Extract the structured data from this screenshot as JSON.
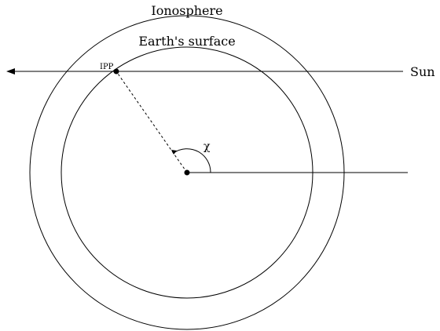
{
  "labels": {
    "ionosphere": "Ionosphere",
    "earth_surface": "Earth's surface",
    "sun": "Sun",
    "ipp": "IPP",
    "angle": "χ"
  },
  "colors": {
    "stroke": "#000000",
    "background": "#ffffff"
  },
  "icons": {
    "sun_arrowhead": "arrow-left-icon",
    "center_point": "dot",
    "ipp_point": "dot"
  }
}
